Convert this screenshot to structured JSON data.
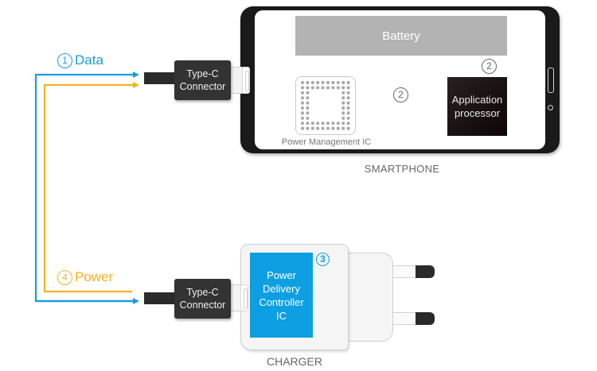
{
  "diagram": {
    "flows": {
      "data": {
        "number": "1",
        "label": "Data",
        "color": "#1a9ddb"
      },
      "power": {
        "number": "4",
        "label": "Power",
        "color": "#f5b220"
      }
    },
    "smartphone": {
      "label": "SMARTPHONE",
      "battery": {
        "label": "Battery"
      },
      "pmic": {
        "label": "Power Management IC"
      },
      "application_processor": {
        "line1": "Application",
        "line2": "processor"
      },
      "step_pmic_ap": "2",
      "step_ap_battery": "2",
      "connector": {
        "line1": "Type-C",
        "line2": "Connector"
      }
    },
    "charger": {
      "label": "CHARGER",
      "pd_controller": {
        "line1": "Power",
        "line2": "Delivery",
        "line3": "Controller",
        "line4": "IC"
      },
      "step": "3",
      "connector": {
        "line1": "Type-C",
        "line2": "Connector"
      }
    },
    "colors": {
      "data_line": "#1a9ddb",
      "power_line": "#f5b220",
      "pd_controller": "#0d9fe2",
      "internal_link": "#777777"
    }
  }
}
